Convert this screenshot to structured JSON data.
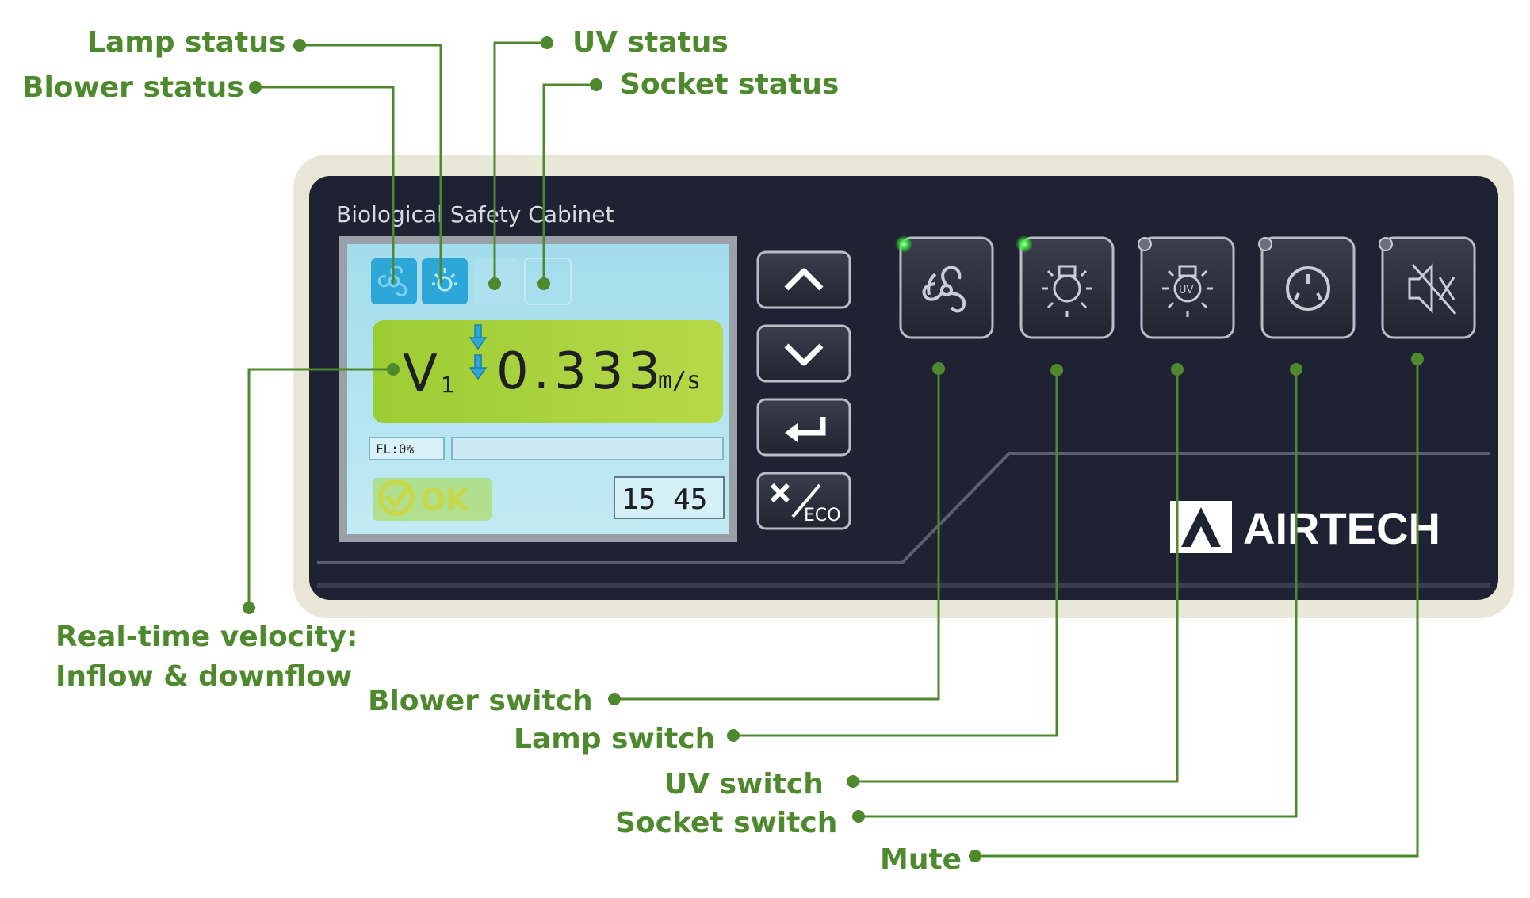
{
  "screen": {
    "title": "Biological Safety Cabinet",
    "velocity_symbol": "V",
    "velocity_subscript": "1",
    "velocity_value": "0.333",
    "velocity_unit": "m/s",
    "filter_label": "FL:0%",
    "filter_level": 0,
    "status_text": "OK",
    "time": "15 45"
  },
  "keypad": {
    "eco_label": "ECO"
  },
  "brand": {
    "name": "AIRTECH"
  },
  "callouts": {
    "lamp_status": "Lamp status",
    "blower_status": "Blower status",
    "uv_status": "UV status",
    "socket_status": "Socket status",
    "velocity_line1": "Real-time velocity:",
    "velocity_line2": "Inflow & downflow",
    "blower_switch": "Blower switch",
    "lamp_switch": "Lamp switch",
    "uv_switch": "UV switch",
    "socket_switch": "Socket switch",
    "mute": "Mute"
  },
  "indicators": {
    "blower_led_on": true,
    "lamp_led_on": true,
    "uv_led_on": false,
    "socket_led_on": false,
    "mute_led_on": false
  },
  "icons": {
    "blower_button": "fan-icon",
    "lamp_button": "lamp-icon",
    "uv_button": "uv-lamp-icon",
    "socket_button": "socket-icon",
    "mute_button": "speaker-mute-icon",
    "up_button": "chevron-up-icon",
    "down_button": "chevron-down-icon",
    "enter_button": "enter-icon",
    "cancel_button": "close-icon"
  },
  "colors": {
    "callout_green": "#4e8a2d",
    "panel_dark": "#1f2233",
    "panel_bezel": "#e9e8d8",
    "lcd_background": "#aee0ee",
    "lcd_green_band": "#a6cf3a",
    "status_icon_blue": "#2da7d8",
    "led_green": "#3ff03f"
  }
}
